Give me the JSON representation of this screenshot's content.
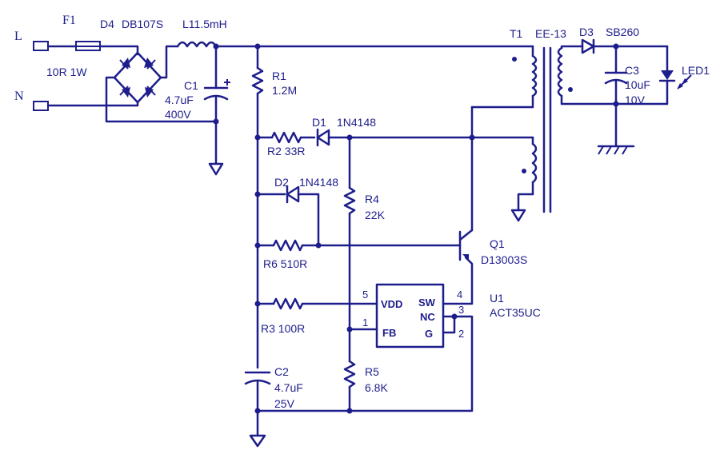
{
  "terminals": {
    "line": "L",
    "neutral": "N"
  },
  "fuse": {
    "ref": "F1",
    "value": "10R 1W"
  },
  "bridge": {
    "ref": "D4",
    "part": "DB107S"
  },
  "inductor": {
    "text": "L11.5mH"
  },
  "c1": {
    "ref": "C1",
    "value": "4.7uF",
    "voltage": "400V"
  },
  "r1": {
    "ref": "R1",
    "value": "1.2M"
  },
  "d1": {
    "ref": "D1",
    "part": "1N4148"
  },
  "r2": {
    "text": "R2 33R"
  },
  "d2": {
    "ref": "D2",
    "part": "1N4148"
  },
  "r4": {
    "ref": "R4",
    "value": "22K"
  },
  "r6": {
    "text": "R6 510R"
  },
  "q1": {
    "ref": "Q1",
    "part": "D13003S"
  },
  "r3": {
    "text": "R3 100R"
  },
  "u1": {
    "ref": "U1",
    "part": "ACT35UC",
    "pins": {
      "vdd": "VDD",
      "fb": "FB",
      "sw": "SW",
      "nc": "NC",
      "g": "G"
    },
    "pin_numbers": {
      "p5": "5",
      "p1": "1",
      "p4": "4",
      "p3": "3",
      "p2": "2"
    }
  },
  "r5": {
    "ref": "R5",
    "value": "6.8K"
  },
  "c2": {
    "ref": "C2",
    "value": "4.7uF",
    "voltage": "25V"
  },
  "t1": {
    "ref": "T1",
    "core": "EE-13"
  },
  "d3": {
    "ref": "D3",
    "part": "SB260"
  },
  "c3": {
    "ref": "C3",
    "value": "10uF",
    "voltage": "10V"
  },
  "led": {
    "ref": "LED1"
  }
}
